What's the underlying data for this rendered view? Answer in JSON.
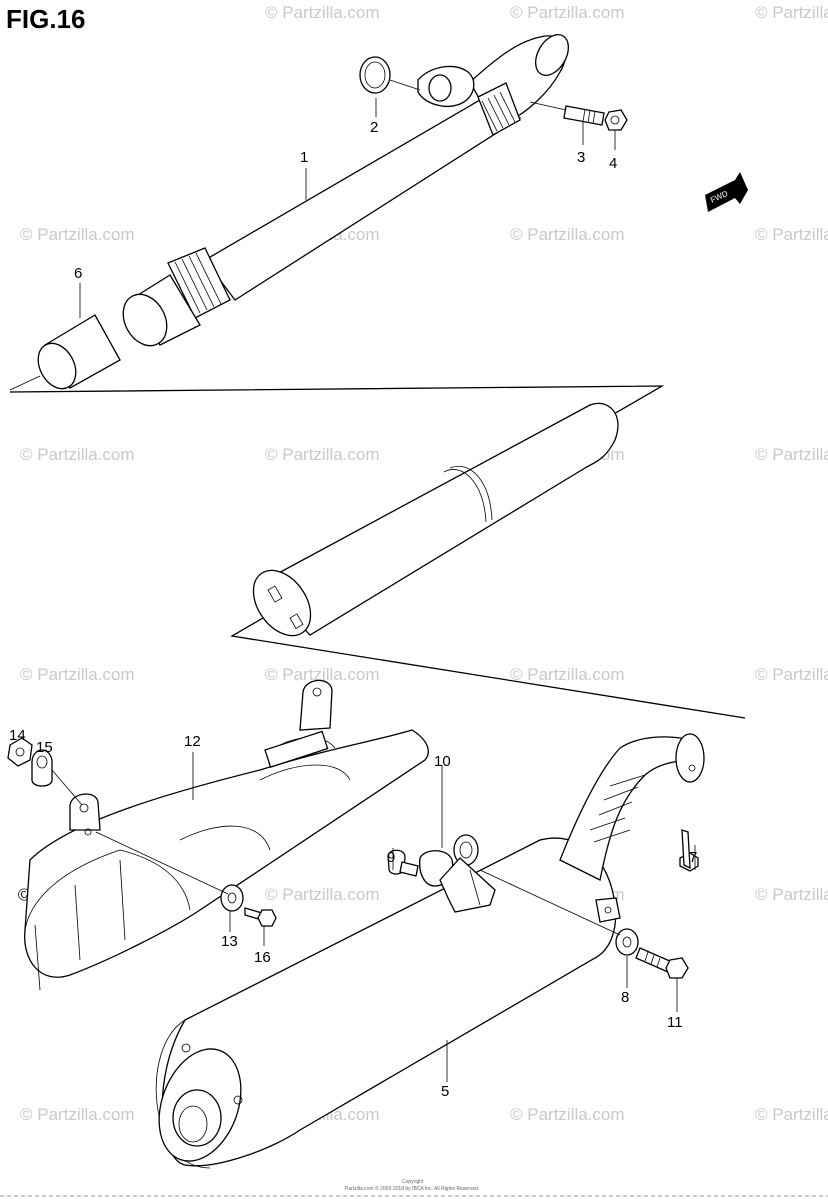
{
  "figure": {
    "title": "FIG.16",
    "fwd_label": "FWD"
  },
  "callouts": [
    "1",
    "2",
    "3",
    "4",
    "5",
    "6",
    "7",
    "8",
    "9",
    "10",
    "11",
    "12",
    "13",
    "14",
    "15",
    "16"
  ],
  "watermark": {
    "text": "© Partzilla.com"
  },
  "footer": {
    "copyright_line1": "Copyright",
    "copyright_line2": "Partzilla.com © 2003-2018 by IBCA Inc. All Rights Reserved."
  }
}
